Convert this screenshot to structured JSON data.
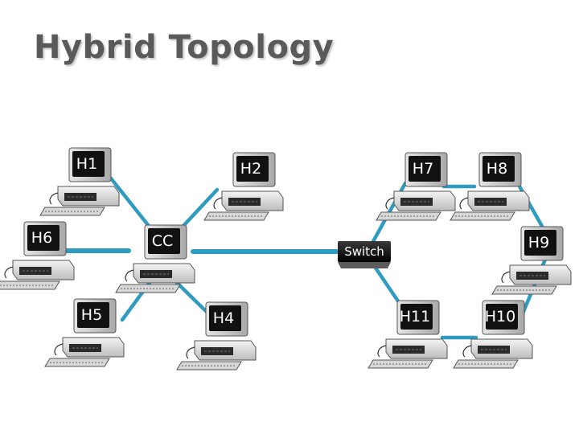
{
  "title": "Hybrid Topology",
  "nodes": [
    {
      "id": "H1",
      "label": "H1"
    },
    {
      "id": "H2",
      "label": "H2"
    },
    {
      "id": "H6",
      "label": "H6"
    },
    {
      "id": "CC",
      "label": "CC"
    },
    {
      "id": "H5",
      "label": "H5"
    },
    {
      "id": "H4",
      "label": "H4"
    },
    {
      "id": "H7",
      "label": "H7"
    },
    {
      "id": "H8",
      "label": "H8"
    },
    {
      "id": "H9",
      "label": "H9"
    },
    {
      "id": "H11",
      "label": "H11"
    },
    {
      "id": "H10",
      "label": "H10"
    }
  ],
  "switch": {
    "label": "Switch"
  },
  "links": [
    [
      "H1",
      "CC"
    ],
    [
      "H2",
      "CC"
    ],
    [
      "H6",
      "CC"
    ],
    [
      "H5",
      "CC"
    ],
    [
      "H4",
      "CC"
    ],
    [
      "CC",
      "Switch"
    ],
    [
      "Switch",
      "H7"
    ],
    [
      "Switch",
      "H11"
    ],
    [
      "H7",
      "H8"
    ],
    [
      "H8",
      "H9"
    ],
    [
      "H9",
      "H10"
    ],
    [
      "H10",
      "H11"
    ]
  ],
  "colors": {
    "link": "#2f9cbf",
    "title": "#5a5a5a",
    "screen": "#111111"
  },
  "icons": {
    "computer": "desktop-computer-icon",
    "switch": "network-switch-icon"
  }
}
